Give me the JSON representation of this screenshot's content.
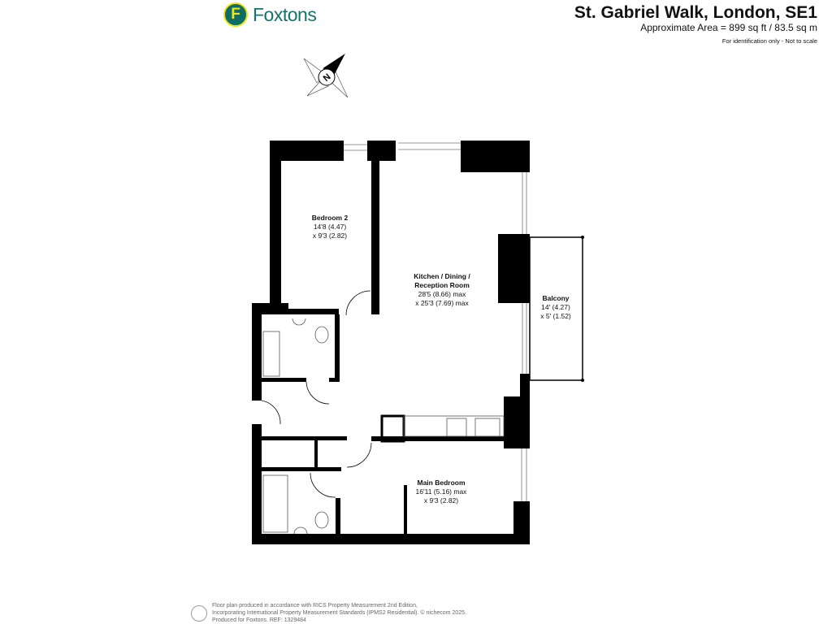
{
  "header": {
    "brand": "Foxtons",
    "brand_initial": "F",
    "title": "St. Gabriel Walk, London, SE1",
    "area": "Approximate Area = 899 sq ft / 83.5 sq m",
    "note": "For identification only - Not to scale"
  },
  "compass": {
    "label": "N",
    "icon": "north-arrow-icon"
  },
  "rooms": [
    {
      "name": "Bedroom 2",
      "dim1": "14'8 (4.47)",
      "dim2": "x 9'3 (2.82)"
    },
    {
      "name1": "Kitchen / Dining /",
      "name2": "Reception Room",
      "dim1": "28'5 (8.66) max",
      "dim2": "x 25'3 (7.69) max"
    },
    {
      "name": "Balcony",
      "dim1": "14' (4.27)",
      "dim2": "x 5' (1.52)"
    },
    {
      "name": "Main Bedroom",
      "dim1": "16'11 (5.16) max",
      "dim2": "x 9'3 (2.82)"
    }
  ],
  "footer": {
    "line1": "Floor plan produced in accordance with RICS Property Measurement 2nd Edition,",
    "line2": "Incorporating International Property Measurement Standards (IPMS2 Residential).   © nichecom 2025.",
    "line3": "Produced for Foxtons.   REF: 1329484"
  },
  "colors": {
    "brand": "#15736a",
    "brand_accent": "#f2e21a",
    "walls": "#000000"
  }
}
